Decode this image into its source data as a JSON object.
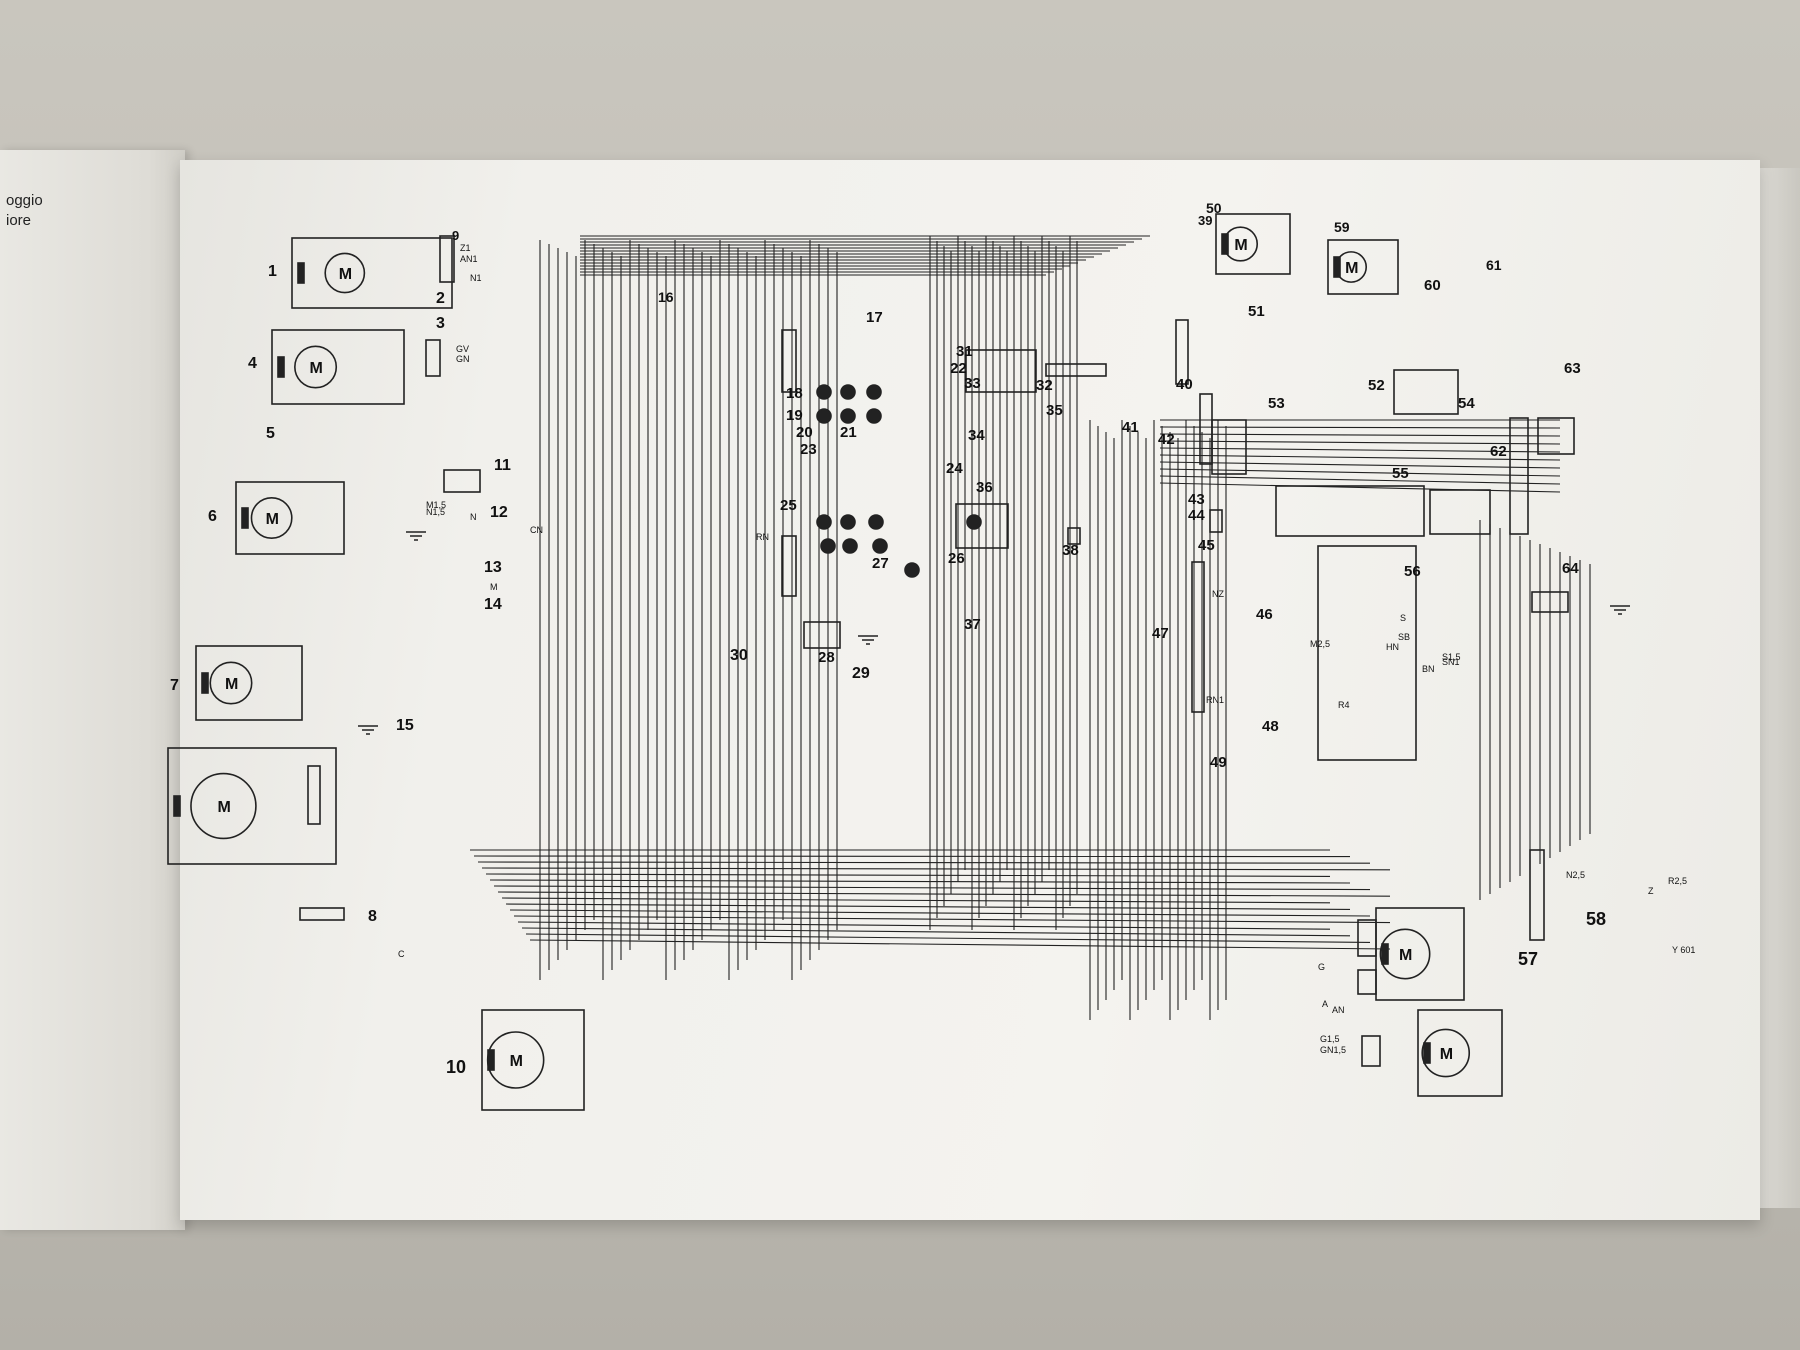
{
  "left_page": {
    "lines": [
      "oggio",
      "iore"
    ]
  },
  "diagram_code": "Y 601",
  "motor_label": "M",
  "callouts": [
    {
      "id": "c1",
      "text": "1"
    },
    {
      "id": "c2",
      "text": "2"
    },
    {
      "id": "c3",
      "text": "3"
    },
    {
      "id": "c4",
      "text": "4"
    },
    {
      "id": "c5",
      "text": "5"
    },
    {
      "id": "c6",
      "text": "6"
    },
    {
      "id": "c7",
      "text": "7"
    },
    {
      "id": "c8",
      "text": "8"
    },
    {
      "id": "c9",
      "text": "9"
    },
    {
      "id": "c10",
      "text": "10"
    },
    {
      "id": "c11",
      "text": "11"
    },
    {
      "id": "c12",
      "text": "12"
    },
    {
      "id": "c13",
      "text": "13"
    },
    {
      "id": "c14",
      "text": "14"
    },
    {
      "id": "c15",
      "text": "15"
    },
    {
      "id": "c16",
      "text": "16"
    },
    {
      "id": "c17",
      "text": "17"
    },
    {
      "id": "c18",
      "text": "18"
    },
    {
      "id": "c19",
      "text": "19"
    },
    {
      "id": "c20",
      "text": "20"
    },
    {
      "id": "c21",
      "text": "21"
    },
    {
      "id": "c22",
      "text": "22"
    },
    {
      "id": "c23",
      "text": "23"
    },
    {
      "id": "c24",
      "text": "24"
    },
    {
      "id": "c25",
      "text": "25"
    },
    {
      "id": "c26",
      "text": "26"
    },
    {
      "id": "c27",
      "text": "27"
    },
    {
      "id": "c28",
      "text": "28"
    },
    {
      "id": "c29",
      "text": "29"
    },
    {
      "id": "c30",
      "text": "30"
    },
    {
      "id": "c31",
      "text": "31"
    },
    {
      "id": "c32",
      "text": "32"
    },
    {
      "id": "c33",
      "text": "33"
    },
    {
      "id": "c34",
      "text": "34"
    },
    {
      "id": "c35",
      "text": "35"
    },
    {
      "id": "c36",
      "text": "36"
    },
    {
      "id": "c37",
      "text": "37"
    },
    {
      "id": "c38",
      "text": "38"
    },
    {
      "id": "c39",
      "text": "39"
    },
    {
      "id": "c40",
      "text": "40"
    },
    {
      "id": "c41",
      "text": "41"
    },
    {
      "id": "c42",
      "text": "42"
    },
    {
      "id": "c43",
      "text": "43"
    },
    {
      "id": "c44",
      "text": "44"
    },
    {
      "id": "c45",
      "text": "45"
    },
    {
      "id": "c46",
      "text": "46"
    },
    {
      "id": "c47",
      "text": "47"
    },
    {
      "id": "c48",
      "text": "48"
    },
    {
      "id": "c49",
      "text": "49"
    },
    {
      "id": "c50",
      "text": "50"
    },
    {
      "id": "c51",
      "text": "51"
    },
    {
      "id": "c52",
      "text": "52"
    },
    {
      "id": "c53",
      "text": "53"
    },
    {
      "id": "c54",
      "text": "54"
    },
    {
      "id": "c55",
      "text": "55"
    },
    {
      "id": "c56",
      "text": "56"
    },
    {
      "id": "c57",
      "text": "57"
    },
    {
      "id": "c58",
      "text": "58"
    },
    {
      "id": "c59",
      "text": "59"
    },
    {
      "id": "c60",
      "text": "60"
    },
    {
      "id": "c61",
      "text": "61"
    },
    {
      "id": "c62",
      "text": "62"
    },
    {
      "id": "c63",
      "text": "63"
    },
    {
      "id": "c64",
      "text": "64"
    }
  ],
  "wire_codes": [
    "Z1",
    "N",
    "AN1",
    "N1",
    "GV",
    "GN",
    "N1,5",
    "M1,5",
    "CN",
    "RN",
    "M",
    "BN",
    "SB",
    "HN",
    "S",
    "R2,5",
    "N2,5",
    "S1,5",
    "SN1",
    "G",
    "A",
    "AN",
    "GN1,5",
    "G1,5",
    "Z",
    "C",
    "R4",
    "M2,5",
    "RN1",
    "NZ"
  ]
}
